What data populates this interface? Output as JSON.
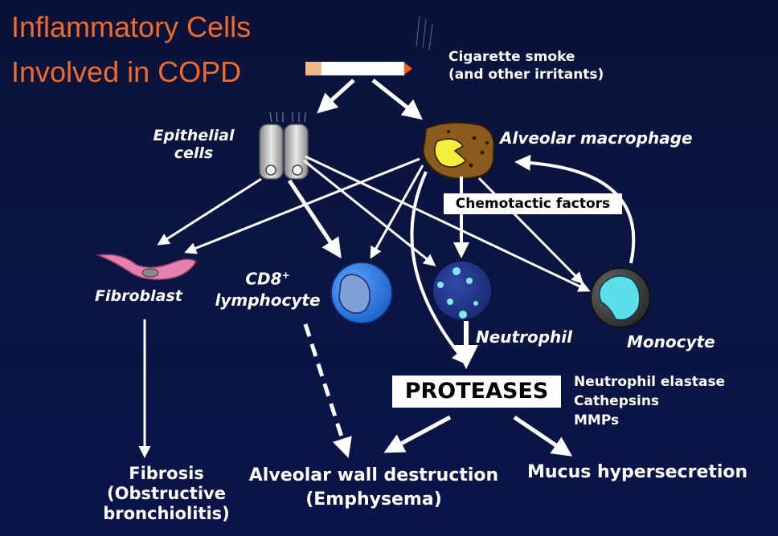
{
  "title": {
    "line1": "Inflammatory Cells",
    "line2": "Involved in COPD"
  },
  "trigger": {
    "line1": "Cigarette smoke",
    "line2": "(and other irritants)"
  },
  "cells": {
    "epithelial": {
      "line1": "Epithelial",
      "line2": "cells"
    },
    "macrophage": "Alveolar macrophage",
    "chemotactic": "Chemotactic factors",
    "fibroblast": "Fibroblast",
    "cd8": {
      "line1": "CD8",
      "sup": "+",
      "line2": "lymphocyte"
    },
    "neutrophil": "Neutrophil",
    "monocyte": "Monocyte"
  },
  "proteases": {
    "label": "PROTEASES",
    "items": [
      "Neutrophil elastase",
      "Cathepsins",
      "MMPs"
    ]
  },
  "outcomes": {
    "fibrosis": {
      "line1": "Fibrosis",
      "line2": "(Obstructive",
      "line3": "bronchiolitis)"
    },
    "destruction": {
      "line1": "Alveolar wall destruction",
      "line2": "(Emphysema)"
    },
    "mucus": "Mucus hypersecretion"
  },
  "colors": {
    "title": "#f06a2c",
    "background": "#0b1542",
    "fibroblast": "#e57fb0",
    "lymphocyte": "#2f80e8",
    "neutrophil": "#1f3590",
    "monocyte": "#5bdfe8",
    "macrophage": "#8a5a1e"
  }
}
